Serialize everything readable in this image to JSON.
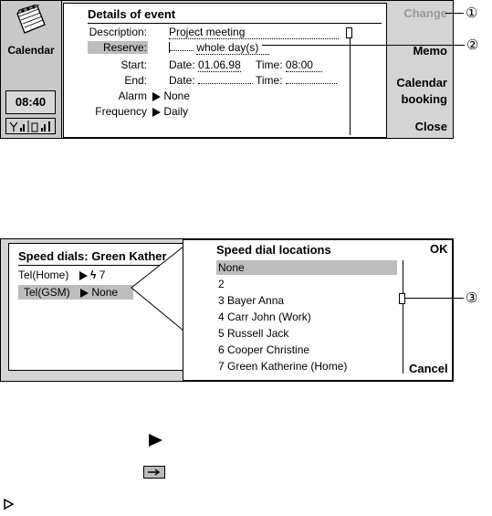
{
  "calendar": {
    "app_name": "Calendar",
    "clock": "08:40",
    "form": {
      "title": "Details of event",
      "description_label": "Description:",
      "description_value": "Project meeting",
      "reserve_label": "Reserve:",
      "reserve_value": "whole day(s)",
      "start_label": "Start:",
      "start_date_label": "Date:",
      "start_date_value": "01.06.98",
      "start_time_label": "Time:",
      "start_time_value": "08:00",
      "end_label": "End:",
      "end_date_label": "Date:",
      "end_time_label": "Time:",
      "alarm_label": "Alarm",
      "alarm_value": "None",
      "frequency_label": "Frequency",
      "frequency_value": "Daily"
    },
    "commands": {
      "change": "Change",
      "memo": "Memo",
      "calendar_booking_1": "Calendar",
      "calendar_booking_2": "booking",
      "close": "Close"
    }
  },
  "speed_dial": {
    "title": "Speed dials: Green Kather",
    "rows": [
      {
        "label": "Tel(Home)",
        "value": "7"
      },
      {
        "label": "Tel(GSM)",
        "value": "None"
      }
    ],
    "popup": {
      "title": "Speed dial locations",
      "ok": "OK",
      "cancel": "Cancel",
      "options": [
        "None",
        "2",
        "3 Bayer Anna",
        "4 Carr John (Work)",
        "5 Russell Jack",
        "6 Cooper Christine",
        "7 Green Katherine (Home)"
      ]
    }
  },
  "callouts": {
    "c1": "①",
    "c2": "②",
    "c3": "③"
  },
  "colors": {
    "screen_bg": "#d4d4d4",
    "highlight": "#bdbdbd",
    "disabled_text": "#9a9a9a"
  }
}
